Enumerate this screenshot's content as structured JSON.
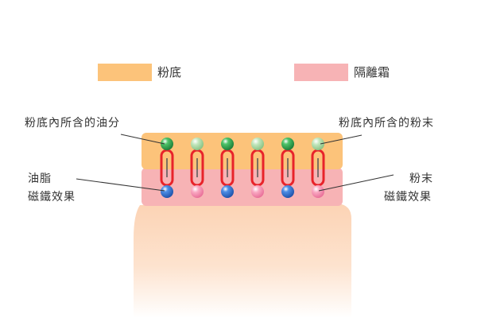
{
  "legend": {
    "foundation": {
      "label": "粉底",
      "color": "#fcc37a"
    },
    "primer": {
      "label": "隔離霜",
      "color": "#f7b3b5"
    }
  },
  "callouts": {
    "oil_in_foundation": "粉底內所含的油分",
    "powder_in_foundation": "粉底內所含的粉末",
    "oil_magnetic_line1": "油脂",
    "oil_magnetic_line2": "磁鐵效果",
    "powder_magnetic_line1": "粉末",
    "powder_magnetic_line2": "磁鐵效果"
  },
  "colors": {
    "skin": "#fde0c8",
    "foundation_layer": "#fcc37a",
    "primer_layer": "#f7b3b5",
    "oil_bead": "#2e9e4a",
    "powder_bead": "#a8d8a4",
    "blue_bead": "#2f6fcf",
    "pink_bead": "#f58fb0",
    "magnet_link": "#e8232a"
  },
  "bead_columns": [
    {
      "top": "oil",
      "bottom": "blue"
    },
    {
      "top": "powder",
      "bottom": "pink"
    },
    {
      "top": "oil",
      "bottom": "blue"
    },
    {
      "top": "powder",
      "bottom": "pink"
    },
    {
      "top": "oil",
      "bottom": "blue"
    },
    {
      "top": "powder",
      "bottom": "pink"
    }
  ]
}
